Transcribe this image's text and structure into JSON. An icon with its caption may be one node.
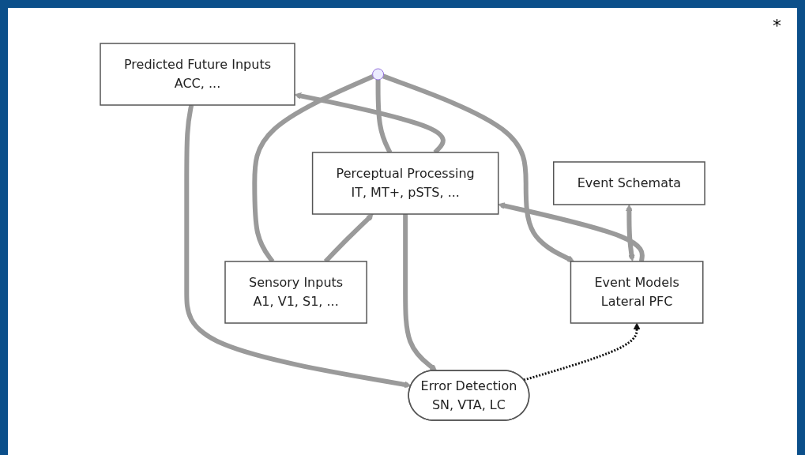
{
  "diagram": {
    "nodes": [
      {
        "text": [
          "Error Detection",
          "SN, VTA, LC"
        ]
      },
      {
        "text": [
          "Predicted Future Inputs",
          "ACC, ..."
        ]
      },
      {
        "text": [
          "Perceptual Processing",
          "IT, MT+, pSTS, ..."
        ]
      },
      {
        "text": [
          "Event Models",
          "Lateral PFC"
        ]
      },
      {
        "text": [
          "Event Schemata"
        ]
      },
      {
        "text": [
          "Sensory Inputs",
          "A1, V1, S1, ..."
        ]
      },
      {
        "text": [],
        "shape": "circle"
      }
    ],
    "edges": [
      {
        "from": 1,
        "to": 0,
        "arrow": "to"
      },
      {
        "from": 2,
        "to": 0,
        "arrow": "to"
      },
      {
        "from": 2,
        "to": 1,
        "arrow": "to"
      },
      {
        "from": 3,
        "to": 2,
        "arrow": "to"
      },
      {
        "from": 3,
        "to": 4,
        "arrow": "both"
      },
      {
        "from": 5,
        "to": 2,
        "arrow": "to"
      },
      {
        "from": 0,
        "to": 3,
        "arrow": "to",
        "style": "dashed",
        "color": "#111111"
      },
      {
        "from": 5,
        "to": 6,
        "arrow": "none"
      },
      {
        "from": 2,
        "to": 6,
        "arrow": "none"
      },
      {
        "from": 6,
        "to": 3,
        "arrow": "to"
      }
    ],
    "labels": [
      "*"
    ]
  }
}
